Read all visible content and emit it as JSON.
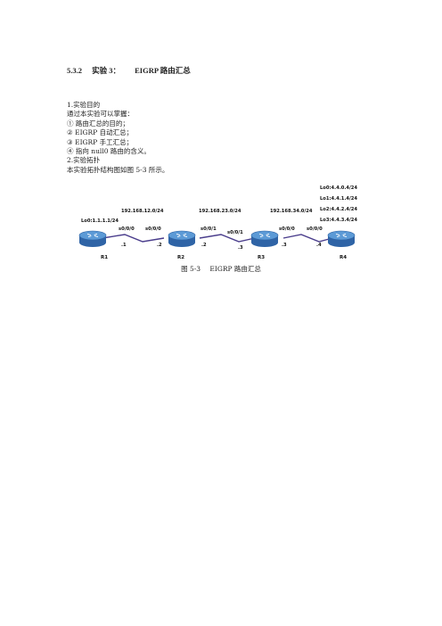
{
  "section": {
    "number": "5.3.2",
    "label": "实验 3：",
    "title": "EIGRP 路由汇总"
  },
  "body": {
    "lines": [
      "1.实验目的",
      "通过本实验可以掌握：",
      "①   路由汇总的目的；",
      "②   EIGRP 自动汇总；",
      "③   EIGRP 手工汇总；",
      "④   指向 null0 路由的含义。",
      "2.实验拓扑",
      "本实验拓扑结构图如图 5-3 所示。"
    ]
  },
  "diagram": {
    "routers": [
      {
        "name": "R1"
      },
      {
        "name": "R2"
      },
      {
        "name": "R3"
      },
      {
        "name": "R4"
      }
    ],
    "networks": [
      "192.168.12.0/24",
      "192.168.23.0/24",
      "192.168.34.0/24"
    ],
    "r1_loopback": "Lo0:1.1.1.1/24",
    "r4_loopbacks": [
      "Lo0:4.4.0.4/24",
      "Lo1:4.4.1.4/24",
      "Lo2:4.4.2.4/24",
      "Lo3:4.4.3.4/24"
    ],
    "interfaces": {
      "r1_s0": "s0/0/0",
      "r1_ip": ".1",
      "r2_s0": "s0/0/0",
      "r2_ip_left": ".2",
      "r2_s1": "s0/0/1",
      "r2_ip_right": ".2",
      "r3_s1": "s0/0/1",
      "r3_ip_left": ".3",
      "r3_s0": "s0/0/0",
      "r3_ip_right": ".3",
      "r4_s0": "s0/0/0",
      "r4_ip": ".4"
    },
    "colors": {
      "router_body": "#3a74b8",
      "router_top": "#5c9ad6",
      "link": "#4a3d8c"
    }
  },
  "caption": {
    "figure": "图 5-3",
    "text": "EIGRP 路由汇总"
  }
}
